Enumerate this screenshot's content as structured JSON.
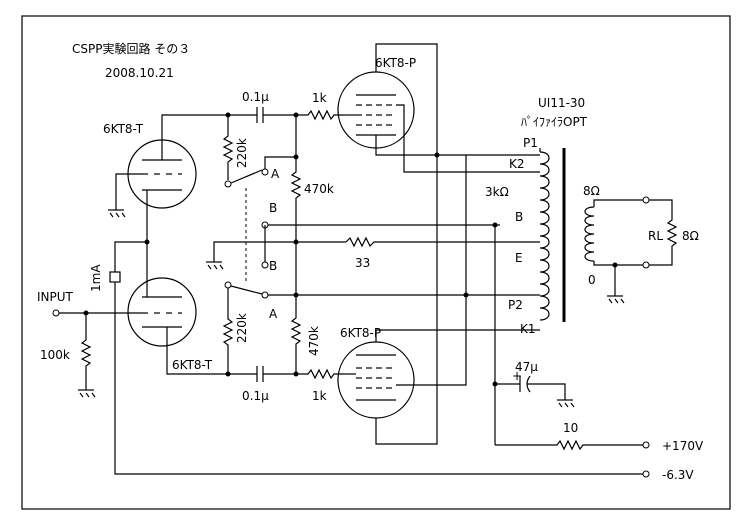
{
  "title": "CSPP実験回路 その３",
  "date": "2008.10.21",
  "tubes": {
    "upper_driver": "6KT8-T",
    "lower_driver": "6KT8-T",
    "upper_power": "6KT8-P",
    "lower_power": "6KT8-P"
  },
  "components": {
    "c_upper": "0.1μ",
    "c_lower": "0.1μ",
    "r_grid_upper": "1k",
    "r_grid_lower": "1k",
    "r_220k_upper": "220k",
    "r_220k_lower": "220k",
    "r_470k_upper": "470k",
    "r_470k_lower": "470k",
    "r_33": "33",
    "r_input": "100k",
    "meter": "1mA",
    "c_47": "47μ",
    "c_47_plus": "+",
    "r_10": "10",
    "rl": "RL",
    "rl_value": "8Ω"
  },
  "transformer": {
    "model": "UI11-30",
    "name": "ﾊﾟｲﾌｧｲﾗOPT",
    "p1": "P1",
    "k2": "K2",
    "impedance": "3kΩ",
    "b": "B",
    "e": "E",
    "p2": "P2",
    "k1": "K1",
    "sec_impedance": "8Ω",
    "sec_zero": "0"
  },
  "switch_labels": {
    "a_upper": "A",
    "b_upper": "B",
    "b_lower": "B",
    "a_lower": "A"
  },
  "terminals": {
    "input": "INPUT",
    "b_plus": "+170V",
    "bias": "-6.3V"
  }
}
